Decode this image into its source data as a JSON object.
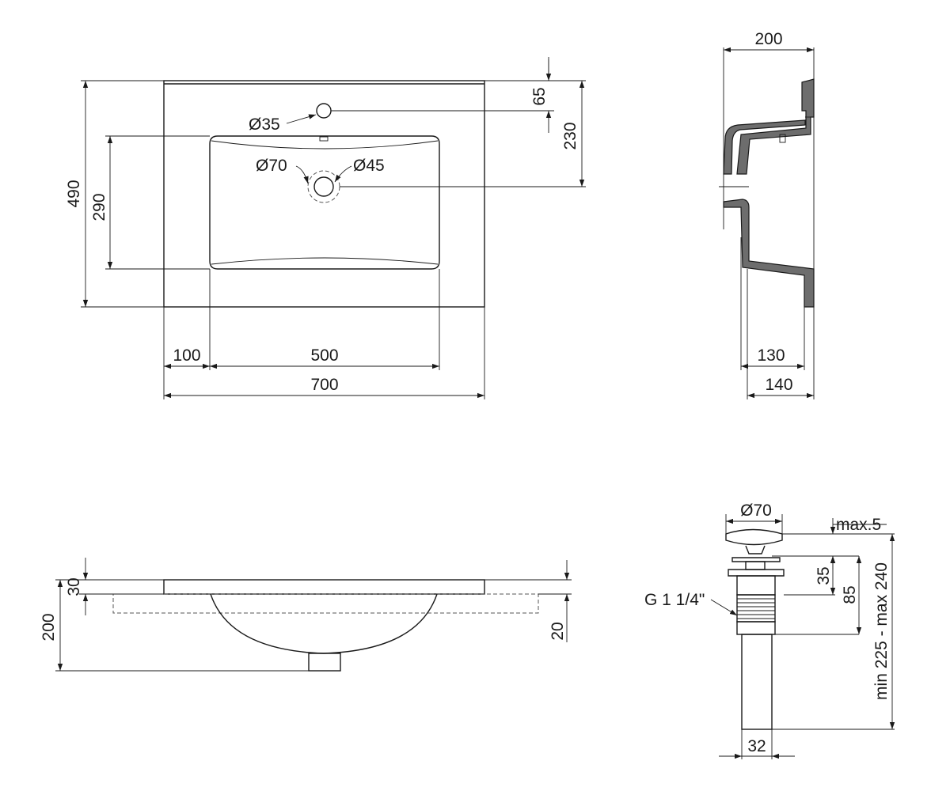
{
  "colors": {
    "line": "#1a1a1a",
    "section_fill": "#6d6d6d",
    "background": "#ffffff"
  },
  "top_view": {
    "overall_width": "700",
    "basin_width": "500",
    "side_offset": "100",
    "overall_depth": "490",
    "basin_depth": "290",
    "tap_hole_offset": "65",
    "drain_offset": "230",
    "tap_hole_diameter": "Ø35",
    "drain_outer_diameter": "Ø70",
    "drain_inner_diameter": "Ø45"
  },
  "side_section": {
    "top_width": "200",
    "bottom_width_inner": "130",
    "bottom_width_outer": "140"
  },
  "front_view": {
    "rim_thickness": "30",
    "total_height": "200",
    "edge_drop": "20"
  },
  "drain_valve": {
    "cap_diameter": "Ø70",
    "cap_gap": "max.5",
    "upper_height": "35",
    "body_height": "85",
    "total_length": "min 225 - max 240",
    "thread": "G 1 1/4\"",
    "pipe_diameter": "32"
  }
}
